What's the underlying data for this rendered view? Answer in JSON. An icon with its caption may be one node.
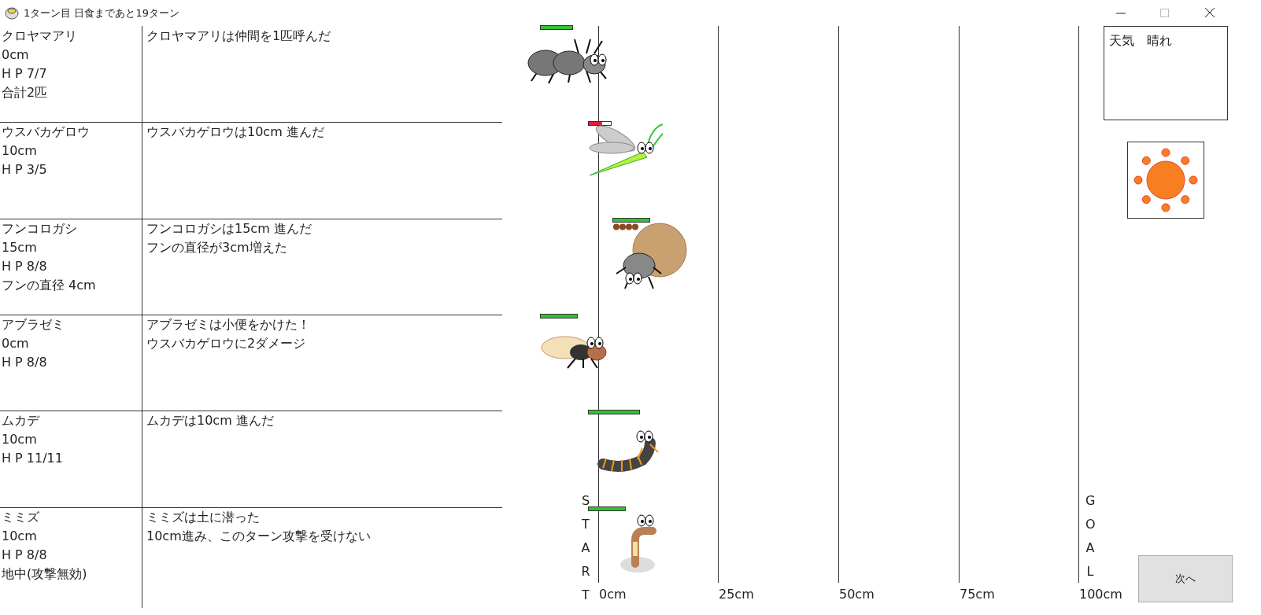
{
  "diagram": {
    "title": "1ターン目 日食まであと19ターン",
    "labels": [
      "クロヤマアリ",
      "0cm",
      "H P 7/7",
      "合計2匹",
      "クロヤマアリは仲間を1匹呼んだ",
      "ウスバカゲロウ",
      "10cm",
      "H P 3/5",
      "ウスバカゲロウは10cm 進んだ",
      "フンコロガシ",
      "15cm",
      "H P 8/8",
      "フンの直径 4cm",
      "フンコロガシは15cm 進んだ",
      "フンの直径が3cm増えた",
      "アブラゼミ",
      "0cm",
      "H P 8/8",
      "アブラゼミは小便をかけた！",
      "ウスバカゲロウに2ダメージ",
      "ムカデ",
      "10cm",
      "H P 11/11",
      "ムカデは10cm 進んだ",
      "ミミズ",
      "10cm",
      "H P 8/8",
      "地中(攻撃無効)",
      "ミミズは土に潜った",
      "10cm進み、このターン攻撃を受けない",
      "天気　晴れ",
      "START",
      "GOAL",
      "0cm",
      "25cm",
      "50cm",
      "75cm",
      "100cm",
      "次へ"
    ]
  }
}
